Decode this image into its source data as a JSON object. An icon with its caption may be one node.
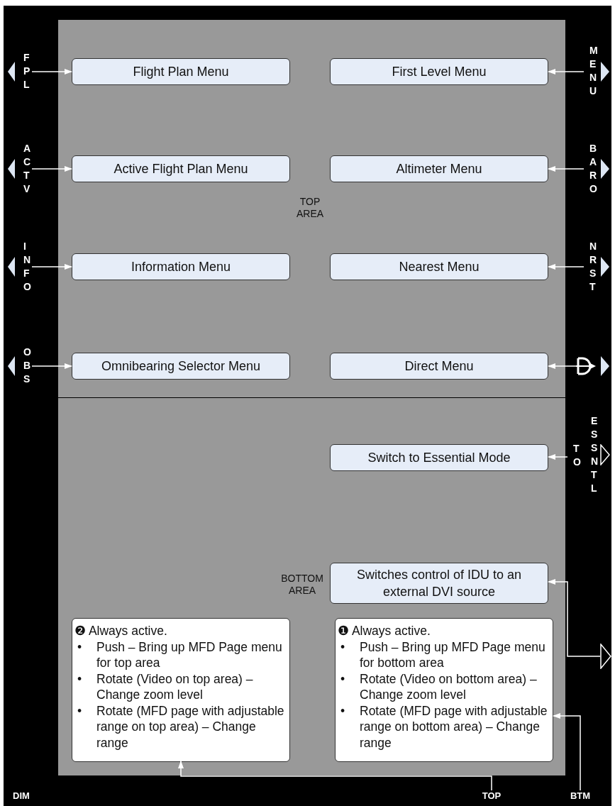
{
  "diagram": {
    "nodes": [
      {
        "text": [
          "TOP AREA"
        ]
      },
      {
        "text": [
          "FPL"
        ]
      },
      {
        "text": [
          "Flight Plan Menu"
        ],
        "in": 0
      },
      {
        "text": [
          "MENU"
        ]
      },
      {
        "text": [
          "First Level Menu"
        ],
        "in": 0
      },
      {
        "text": [
          "ACTV"
        ]
      },
      {
        "text": [
          "Active Flight Plan Menu"
        ],
        "in": 0
      },
      {
        "text": [
          "BARO"
        ]
      },
      {
        "text": [
          "Altimeter Menu"
        ],
        "in": 0
      },
      {
        "text": [
          "INFO"
        ]
      },
      {
        "text": [
          "Information Menu"
        ],
        "in": 0
      },
      {
        "text": [
          "NRST"
        ]
      },
      {
        "text": [
          "Nearest Menu"
        ],
        "in": 0
      },
      {
        "text": [
          "OBS"
        ]
      },
      {
        "text": [
          "Omnibearing Selector Menu"
        ],
        "in": 0
      },
      {
        "text": [],
        "shape": "picture"
      },
      {
        "text": [
          "Direct Menu"
        ],
        "in": 0
      },
      {
        "text": [
          "BOTTOM AREA"
        ]
      },
      {
        "text": [
          "TO",
          "ESSNTL"
        ]
      },
      {
        "text": [
          "Switch to Essential Mode"
        ],
        "in": 17
      },
      {
        "text": [],
        "shape": "triangle"
      },
      {
        "text": [
          "Switches control of IDU to an external DVI source"
        ],
        "in": 17
      },
      {
        "text": [
          "❷ Always active.",
          "•",
          "Push – Bring up MFD Page menu for top area",
          "•",
          "Rotate (Video on top area) – Change zoom level",
          "•",
          "Rotate (MFD page with adjustable range on top area) – Change range"
        ],
        "in": 17
      },
      {
        "text": [
          "❶ Always active.",
          "•",
          "Push – Bring up MFD Page menu for bottom area",
          "•",
          "Rotate (Video on bottom area) – Change zoom level",
          "•",
          "Rotate (MFD page with adjustable range on bottom area) – Change range"
        ],
        "in": 17
      },
      {
        "text": [
          "TOP"
        ]
      },
      {
        "text": [
          "BTM"
        ]
      }
    ],
    "edges": [
      {
        "from": 1,
        "to": 2,
        "arrow": "to"
      },
      {
        "from": 3,
        "to": 4,
        "arrow": "to"
      },
      {
        "from": 5,
        "to": 6,
        "arrow": "to"
      },
      {
        "from": 7,
        "to": 8,
        "arrow": "to"
      },
      {
        "from": 9,
        "to": 10,
        "arrow": "to"
      },
      {
        "from": 11,
        "to": 12,
        "arrow": "to"
      },
      {
        "from": 13,
        "to": 14,
        "arrow": "to"
      },
      {
        "from": 15,
        "to": 16,
        "arrow": "to"
      },
      {
        "from": 18,
        "to": 19,
        "arrow": "to"
      },
      {
        "from": 20,
        "to": 21,
        "arrow": "to"
      },
      {
        "from": 24,
        "to": 22,
        "arrow": "to"
      },
      {
        "from": 25,
        "to": 23,
        "arrow": "to"
      }
    ],
    "labels": [
      "DIM"
    ]
  }
}
